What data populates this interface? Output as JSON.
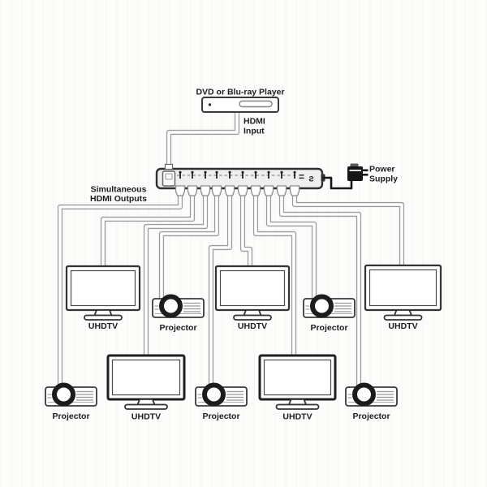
{
  "diagram": {
    "source": {
      "label": "DVD or Blu-ray Player",
      "icon": "dvd-player-icon"
    },
    "hdmi_input": {
      "line1": "HDMI",
      "line2": "Input"
    },
    "outputs_note": {
      "line1": "Simultaneous",
      "line2": "HDMI Outputs"
    },
    "power": {
      "line1": "Power",
      "line2": "Supply",
      "icon": "power-adapter-icon"
    },
    "splitter": {
      "output_ports": 10,
      "dc_mark": "S",
      "icon": "hdmi-splitter-icon"
    },
    "mid_row": [
      {
        "type": "uhdtv",
        "label": "UHDTV",
        "icon": "uhdtv-icon"
      },
      {
        "type": "projector",
        "label": "Projector",
        "icon": "projector-icon"
      },
      {
        "type": "uhdtv",
        "label": "UHDTV",
        "icon": "uhdtv-icon"
      },
      {
        "type": "projector",
        "label": "Projector",
        "icon": "projector-icon"
      },
      {
        "type": "uhdtv",
        "label": "UHDTV",
        "icon": "uhdtv-icon"
      }
    ],
    "bottom_row": [
      {
        "type": "projector",
        "label": "Projector",
        "icon": "projector-icon"
      },
      {
        "type": "uhdtv",
        "label": "UHDTV",
        "icon": "uhdtv-icon"
      },
      {
        "type": "projector",
        "label": "Projector",
        "icon": "projector-icon"
      },
      {
        "type": "uhdtv",
        "label": "UHDTV",
        "icon": "uhdtv-icon"
      },
      {
        "type": "projector",
        "label": "Projector",
        "icon": "projector-icon"
      }
    ]
  },
  "colors": {
    "cable_outline": "#9c9c9c",
    "cable_core": "#ffffff",
    "device_stroke": "#2e2e2e",
    "power_black": "#161616",
    "text": "#1c1c1c",
    "splitter_fill": "#efefef"
  }
}
